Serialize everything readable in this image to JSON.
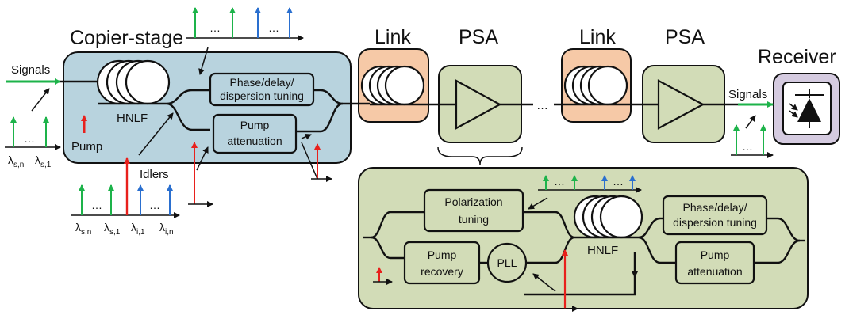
{
  "labels": {
    "copier_stage": "Copier-stage",
    "link1": "Link",
    "psa1": "PSA",
    "link2": "Link",
    "psa2": "PSA",
    "receiver": "Receiver",
    "signals_in": "Signals",
    "signals_out": "Signals",
    "pump": "Pump",
    "idlers": "Idlers",
    "hnlf_copier": "HNLF",
    "hnlf_psa": "HNLF",
    "phase_tuning_1": "Phase/delay/",
    "phase_tuning_2": "dispersion tuning",
    "pump_att_1": "Pump",
    "pump_att_2": "attenuation",
    "pol_tuning_1": "Polarization",
    "pol_tuning_2": "tuning",
    "pump_rec_1": "Pump",
    "pump_rec_2": "recovery",
    "pll": "PLL",
    "dots": "…",
    "lambda": "λ",
    "sub_s_n": "s,n",
    "sub_s_1": "s,1",
    "sub_i_1": "i,1",
    "sub_i_n": "i,n"
  },
  "colors": {
    "copier_fill": "#b8d3de",
    "link_fill": "#f6c9a7",
    "psa_fill": "#d2dcb7",
    "receiver_fill": "#d5cbe0",
    "signal": "#1db34a",
    "idler": "#2a6fcf",
    "pump": "#e8201c",
    "line": "#111111"
  }
}
